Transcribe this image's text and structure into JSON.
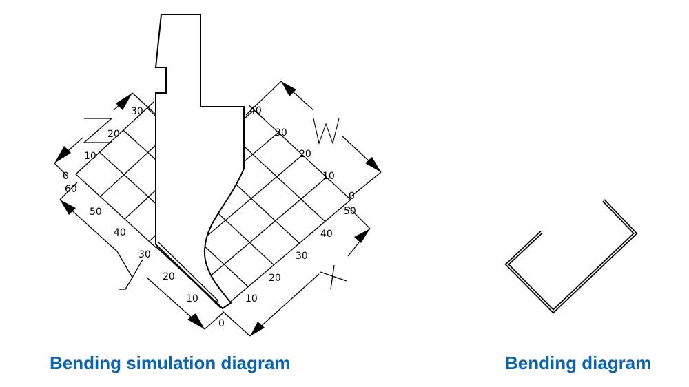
{
  "colors": {
    "caption": "#0a64b4",
    "line": "#000000"
  },
  "simulation": {
    "caption": "Bending simulation diagram",
    "left_axis_labels": [
      "0",
      "10",
      "20",
      "30"
    ],
    "left_bottom_labels": [
      "10",
      "20",
      "30",
      "40",
      "50",
      "60"
    ],
    "right_top_labels": [
      "40",
      "30",
      "20",
      "10",
      "0"
    ],
    "right_bottom_labels": [
      "10",
      "20",
      "30",
      "40",
      "50"
    ],
    "origin_label": "0",
    "dimension_w": "W"
  },
  "bending": {
    "caption": "Bending diagram"
  }
}
